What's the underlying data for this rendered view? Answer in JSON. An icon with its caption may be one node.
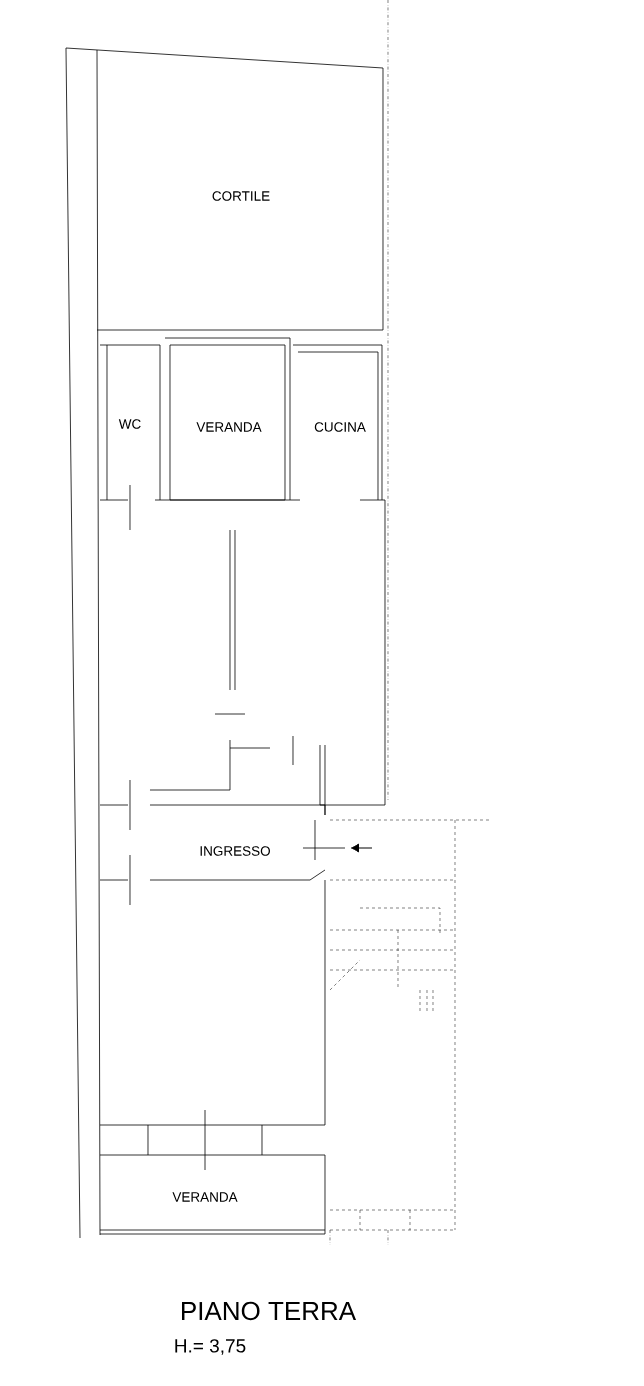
{
  "diagram": {
    "title": "PIANO TERRA",
    "labels": [
      "CORTILE",
      "WC",
      "VERANDA",
      "CUCINA",
      "INGRESSO",
      "VERANDA",
      "H.= 3,75"
    ]
  }
}
